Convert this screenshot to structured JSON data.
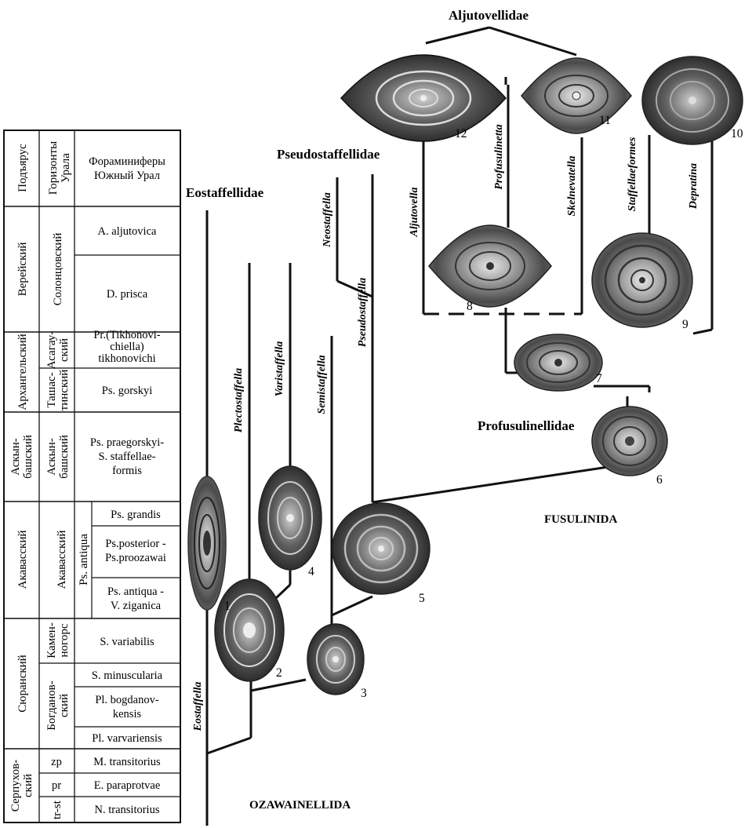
{
  "table": {
    "headers": {
      "substage": "Подъярус",
      "horizons": "Горизонты Урала",
      "forams": [
        "Фораминиферы",
        "Южный Урал"
      ]
    },
    "substages": [
      "Верейский",
      "Архангельский",
      "Аскын-башский",
      "Акавасский",
      "Сюранский",
      "Серпухов-ский"
    ],
    "horizons": [
      "Солонцовский",
      "Асагау-ский",
      "Ташас-тинский",
      "Аскын-башский",
      "Акавасский",
      "Камен-ногорс",
      "Богданов-ский",
      "zp",
      "pr",
      "tr-st"
    ],
    "foram_group": "Ps. antiqua",
    "zones": [
      [
        "A. aljutovica"
      ],
      [
        "D. prisca"
      ],
      [
        "Pr.(Tikhonovi-",
        "chiella)",
        "tikhonovichi"
      ],
      [
        "Ps. gorskyi"
      ],
      [
        "Ps. praegorskyi-",
        "S. staffellae-",
        "formis"
      ],
      [
        "Ps. grandis"
      ],
      [
        "Ps.posterior -",
        "Ps.proozawai"
      ],
      [
        "Ps. antiqua -",
        "V. ziganica"
      ],
      [
        "S. variabilis"
      ],
      [
        "S. minuscularia"
      ],
      [
        "Pl. bogdanov-",
        "kensis"
      ],
      [
        "Pl. varvariensis"
      ],
      [
        "M. transitorius"
      ],
      [
        "E. paraprotvae"
      ],
      [
        "N. transitorius"
      ]
    ]
  },
  "families": {
    "aljutovellidae": "Aljutovellidae",
    "pseudostaffellidae": "Pseudostaffellidae",
    "eostaffellidae": "Eostaffellidae",
    "profusulinellidae": "Profusulinellidae"
  },
  "orders": {
    "fusulinida": "FUSULINIDA",
    "ozawainellida": "OZAWAINELLIDA"
  },
  "genera": {
    "aljutovella": "Aljutovella",
    "profusulinetta": "Profusulinetta",
    "skelnevatella": "Skelnevatella",
    "staffellaeformes": "Staffellaeformes",
    "depratina": "Depratina",
    "neostaffella": "Neostaffella",
    "pseudostaffella": "Pseudostaffella",
    "semistaffella": "Semistaffella",
    "varistaffella": "Varistaffella",
    "plectostaffella": "Plectostaffella",
    "eostaffella": "Eostaffella"
  },
  "specimens": [
    "1",
    "2",
    "3",
    "4",
    "5",
    "6",
    "7",
    "8",
    "9",
    "10",
    "11",
    "12"
  ],
  "colors": {
    "ink": "#111111",
    "shell_dark": "#2a2a2a",
    "shell_mid": "#8a8a8a",
    "shell_light": "#d9d9d9"
  }
}
